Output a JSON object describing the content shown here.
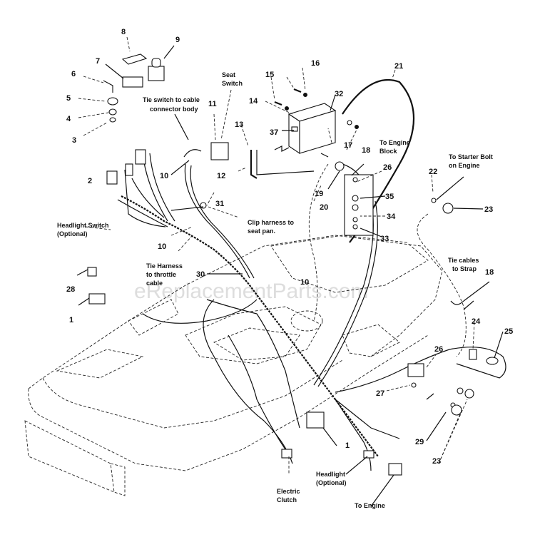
{
  "diagram": {
    "title": "Electrical System Wiring Harness (exploded parts view)",
    "watermark": "eReplacementParts.com",
    "callouts": {
      "c1a": "1",
      "c1b": "1",
      "c2": "2",
      "c3": "3",
      "c4": "4",
      "c5": "5",
      "c6": "6",
      "c7": "7",
      "c8": "8",
      "c9": "9",
      "c10a": "10",
      "c10b": "10",
      "c10c": "10",
      "c11": "11",
      "c12": "12",
      "c13": "13",
      "c14": "14",
      "c15": "15",
      "c16": "16",
      "c17": "17",
      "c18a": "18",
      "c18b": "18",
      "c19": "19",
      "c20": "20",
      "c21": "21",
      "c22": "22",
      "c23a": "23",
      "c23b": "23",
      "c24": "24",
      "c25": "25",
      "c26a": "26",
      "c26b": "26",
      "c27": "27",
      "c28": "28",
      "c29": "29",
      "c30": "30",
      "c31": "31",
      "c32": "32",
      "c33": "33",
      "c34": "34",
      "c35": "35",
      "c37": "37"
    },
    "notes": {
      "seat_switch": [
        "Seat",
        "Switch"
      ],
      "tie_switch": [
        "Tie switch to cable",
        "connector body"
      ],
      "headlight_switch": [
        "Headlight Switch",
        "(Optional)"
      ],
      "tie_harness": [
        "Tie Harness",
        "to throttle",
        "cable"
      ],
      "clip_harness": [
        "Clip harness to",
        "seat pan."
      ],
      "engine_block": [
        "To Engine",
        "Block"
      ],
      "starter_bolt": [
        "To Starter Bolt",
        "on Engine"
      ],
      "tie_cables": [
        "Tie cables",
        "to Strap"
      ],
      "electric_clutch": [
        "Electric",
        "Clutch"
      ],
      "headlight": [
        "Headlight",
        "(Optional)"
      ],
      "to_engine": "To Engine"
    }
  }
}
